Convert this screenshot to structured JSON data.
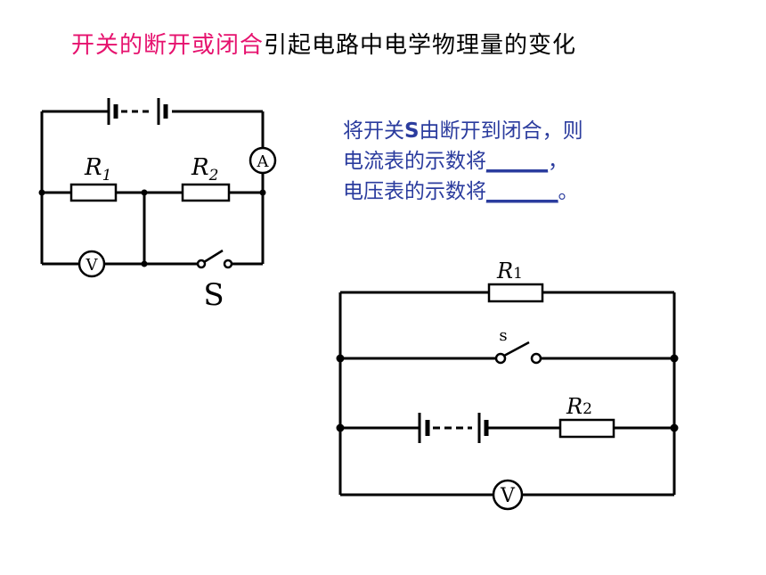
{
  "title": {
    "highlight": "开关的断开或闭合",
    "rest": "引起电路中电学物理量的变化"
  },
  "question": {
    "line1_pre": "将开关",
    "line1_s": "S",
    "line1_post": "由断开到闭合，则",
    "line2_text": "电流表的示数将",
    "line2_blank": "______",
    "line2_end": "，",
    "line3_text": "电压表的示数将",
    "line3_blank": "_______",
    "line3_end": "。"
  },
  "circuit1": {
    "r1_label": "R",
    "r1_sub": "1",
    "r2_label": "R",
    "r2_sub": "2",
    "ammeter": "A",
    "voltmeter": "V",
    "switch_label": "S"
  },
  "circuit2": {
    "r1_label": "R",
    "r1_sub": "1",
    "r2_label": "R",
    "r2_sub": "2",
    "switch_label": "s",
    "voltmeter": "V"
  },
  "colors": {
    "highlight": "#e6126e",
    "question_text": "#2b3c9e"
  }
}
